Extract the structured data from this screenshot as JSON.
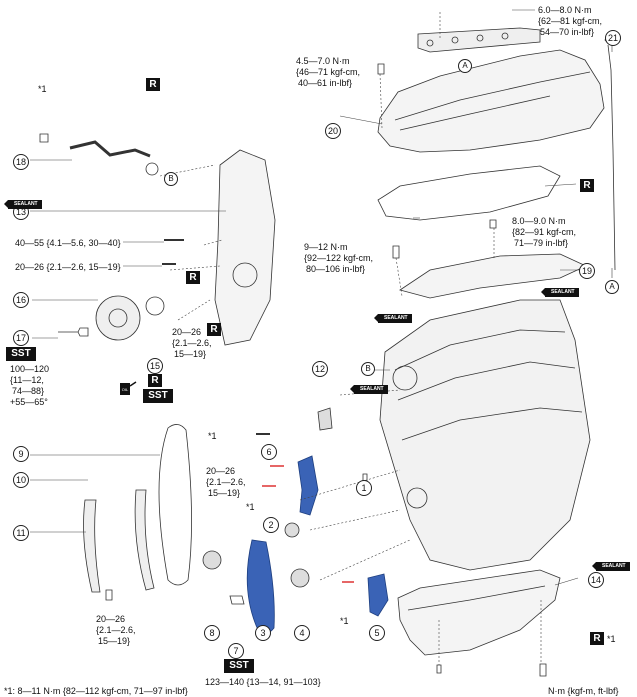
{
  "callouts": [
    "1",
    "2",
    "3",
    "4",
    "5",
    "6",
    "7",
    "8",
    "9",
    "10",
    "11",
    "12",
    "13",
    "14",
    "15",
    "16",
    "17",
    "18",
    "19",
    "20",
    "21"
  ],
  "refs": {
    "a": "A",
    "b": "B"
  },
  "badges": {
    "r": "R",
    "sst": "SST",
    "sealant": "SEALANT",
    "oil": "OIL"
  },
  "specs": {
    "top_cover_bolt": [
      "6.0—8.0 N·m",
      "{62—81 kgf-cm,",
      "54—70 in-lbf}"
    ],
    "cover_left_bolt": [
      "4.5—7.0 N·m",
      "{46—71 kgf-cm,",
      "40—61 in-lbf}"
    ],
    "right_cover_bolt": [
      "8.0—9.0 N·m",
      "{82—91 kgf-cm,",
      "71—79 in-lbf}"
    ],
    "mid_bolt": [
      "9—12 N·m",
      "{92—122 kgf-cm,",
      "80—106 in-lbf}"
    ],
    "cover_40_55": "40—55 {4.1—5.6, 30—40}",
    "cover_20_26": "20—26 {2.1—2.6, 15—19}",
    "small_20_26": [
      "20—26",
      "{2.1—2.6,",
      "15—19}"
    ],
    "pulley_bolt": [
      "100—120",
      "{11—12,",
      "74—88}",
      "+55—65°"
    ],
    "tensioner_20_26": [
      "20—26",
      "{2.1—2.6,",
      "15—19}"
    ],
    "guide_20_26": [
      "20—26",
      "{2.1—2.6,",
      "15—19}"
    ],
    "sprocket_bolt": "123—140 {13—14, 91—103}"
  },
  "star_note": "*1",
  "footnote": "*1: 8—11 N·m {82—112 kgf-cm, 71—97 in-lbf}",
  "units": "N·m {kgf-m, ft-lbf}"
}
